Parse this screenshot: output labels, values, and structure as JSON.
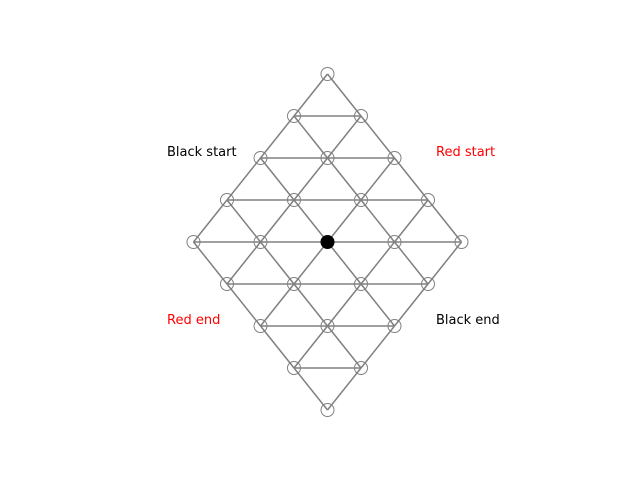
{
  "labels": {
    "black_start": "Black start",
    "red_start": "Red start",
    "red_end": "Red end",
    "black_end": "Black end"
  },
  "colors": {
    "grid": "#808080",
    "black_player": "#000000",
    "red_player": "#ff0000",
    "background": "#ffffff"
  },
  "board": {
    "size": 5,
    "occupied": [
      {
        "row": 2,
        "col": 2,
        "player": "black"
      }
    ]
  }
}
